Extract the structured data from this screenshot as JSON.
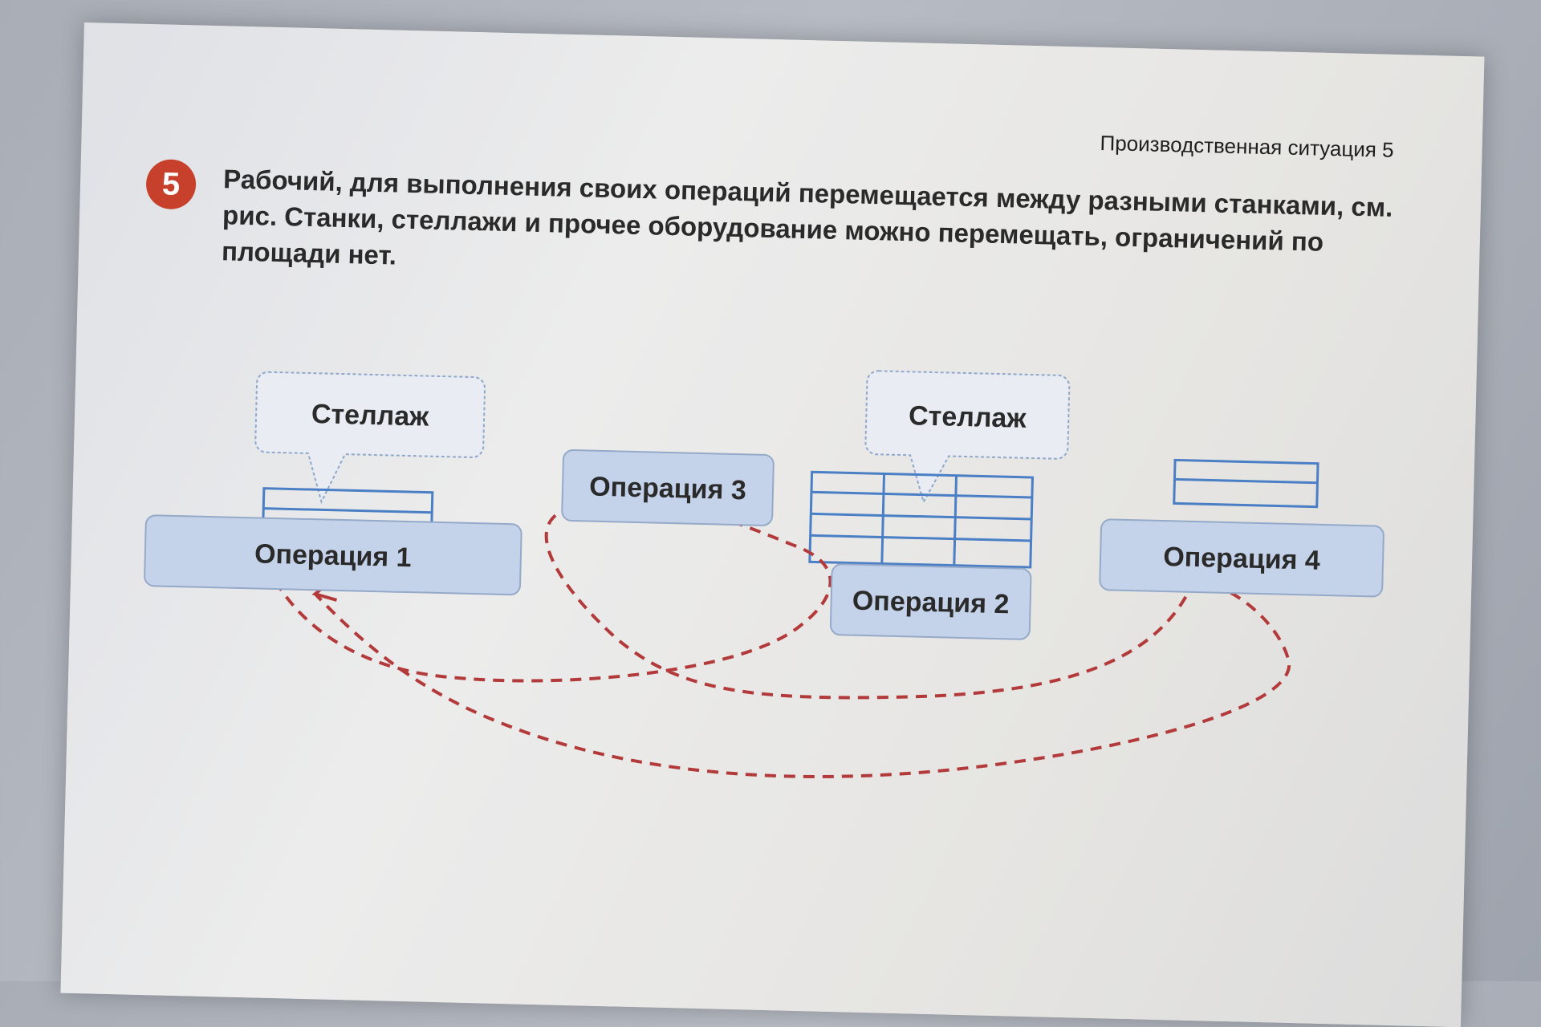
{
  "header": {
    "title": "Производственная ситуация 5"
  },
  "task": {
    "number": "5",
    "text": "Рабочий, для выполнения своих операций перемещается между разными станками, см. рис.  Станки, стеллажи и прочее оборудование можно перемещать, ограничений по площади нет."
  },
  "diagram": {
    "callouts": [
      {
        "id": "rack1",
        "label": "Стеллаж"
      },
      {
        "id": "rack2",
        "label": "Стеллаж"
      }
    ],
    "operations": [
      {
        "id": "op1",
        "label": "Операция 1"
      },
      {
        "id": "op3",
        "label": "Операция 3"
      },
      {
        "id": "op2",
        "label": "Операция 2"
      },
      {
        "id": "op4",
        "label": "Операция 4"
      }
    ],
    "colors": {
      "op_box": "#c5d3ea",
      "op_border": "#95a9c9",
      "rack_line": "#4a7fc5",
      "path_line": "#b33a3a",
      "badge": "#c7402c"
    }
  }
}
